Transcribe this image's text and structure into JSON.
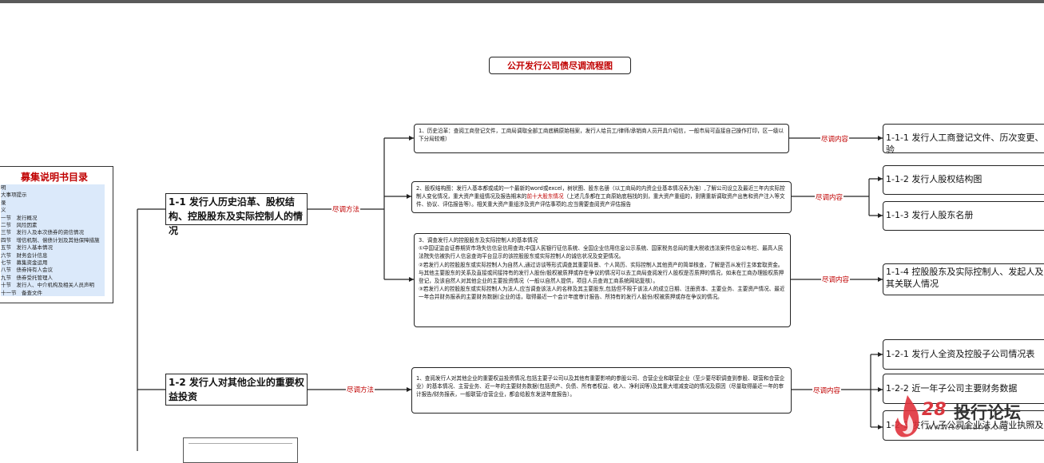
{
  "title": "公开发行公司债尽调流程图",
  "toc": {
    "title": "募集说明书目录",
    "items": [
      "明",
      "大事项提示",
      "录",
      "义",
      "一节　发行概况",
      "二节　风险因素",
      "三节　发行人及本次债券的资信情况",
      "四节　增信机制、偿债计划及其他保障措施",
      "五节　发行人基本情况",
      "六节　财务会计信息",
      "七节　募集资金运用",
      "八节　债券持有人会议",
      "九节　债券受托管理人",
      "十节　发行人、中介机构及相关人员声明",
      "十一节　备查文件"
    ]
  },
  "sections": {
    "s11": "1-1 发行人历史沿革、股权结构、控股股东及实际控制人的情况",
    "s12": "1-2 发行人对其他企业的重要权益投资"
  },
  "labels": {
    "method": "尽调方法",
    "content": "尽调内容"
  },
  "methods": {
    "m1": "1、历史沿革：查阅工商登记文件，工商局调取全部工商底稿原始档案，发行人给员工/律师/承销商人员开具介绍信，一般市局可直接自己操作打印，区一级以下分局较难）",
    "m2_a": "2、股权结构图：发行人基本都或成的一个最新的word或excel，树状图、股东名册（以工商局的内资企业基本情况表为准）,了解公司设立及最近三年内实际控制人变化情况，重大资产重组情况及报告期末的",
    "m2_red": "前十大股东情况",
    "m2_b": "（上述几条都在工商原始底档找的到，重大资产重组的，则需重新调取资产出售和资产注入等文件、协议、评估报告等）。相关重大资产重组涉及资产评估事项的,应当需要查阅资产评估报告",
    "m3_title": "3、调查发行人的控股股东及实际控制人的基本情况",
    "m3_p1": "①中国证监会证券期货市场失信信息信用查询;中国人民银行征信系统、全国企业信用信息公示系统、国家税务总局的重大税收违法案件信息公布栏、最高人民法院失信被执行人信息查询平台显示的该控股股东或实际控制人的诚信状况及变更情况。",
    "m3_p2": "②若发行人的控股股东或实际控制人为自然人,通过访谈等形式调查其重要背景、个人简历、实际控制人其他资产的简单核查，了解是否从发行主体套取资金。与其他主要股东的关系及直接或间接持有的发行人股份/股权被质押或存在争议的情况可以去工商局查阅发行人股权是否质押的情况，如未在工商办理股权质押登记，及该自然人对其他企业的主要投资情况（一般以自然人提供，项目人员查询工商系统网站复核）。",
    "m3_p3": "③若发行人的控股股东或实际控制人为法人,应当调查该法人的名称及其主要股东,包括但不限于该法人的成立日期、注册资本、主要业务、主要资产情况、最近一年合并财务报表的主要财务数据(企业的话，取得最近一个会计年度审计报告、所持有的发行人股份/权被质押或存在争议的情况。",
    "m4": "1、查阅发行人对其他企业的重要权益投资情况,包括主要子公司以及其他有重要影响的参股公司、合营企业和联营企业（至少要尽职调查到参股、联营和合营企业）的基本情况、主营业务、近一年的主要财务数据(包括资产、负债、所有者权益、收入、净利润等)及其重大增减变动的情况及原因（尽量取得最近一年的审计报告/财务报表，一般联营/合营企业，都会给股东发送年度报告）。"
  },
  "results": {
    "r111": "1-1-1 发行人工商登记文件、历次变更、验",
    "r112": "1-1-2 发行人股权结构图",
    "r113": "1-1-3 发行人股东名册",
    "r114": "1-1-4 控股股东及实际控制人、发起人及其关联人情况",
    "r121": "1-2-1 发行人全资及控股子公司情况表",
    "r122": "1-2-2 近一年子公司主要财务数据",
    "r123": "1-2-3 发行人子公司企业法人营业执照及"
  },
  "watermark": {
    "number": "28",
    "text": "投行论坛",
    "sub": "www.touhang.org"
  },
  "colors": {
    "accent_red": "#c00000",
    "toc_fill": "#dbe9fa"
  }
}
